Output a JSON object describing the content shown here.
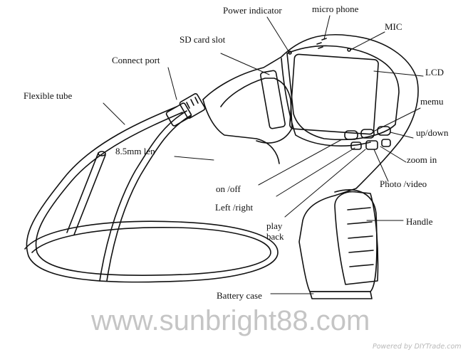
{
  "diagram": {
    "labels": {
      "power_indicator": "Power indicator",
      "micro_phone": "micro phone",
      "mic": "MIC",
      "sd_card_slot": "SD card slot",
      "connect_port": "Connect port",
      "lcd": "LCD",
      "flexible_tube": "Flexible tube",
      "menu": "memu",
      "up_down": "up/down",
      "lens": "8.5mm len",
      "zoom_in": "zoom in",
      "photo_video": "Photo /video",
      "on_off": "on /off",
      "left_right": "Left /right",
      "play_back_1": "play",
      "play_back_2": "back",
      "handle": "Handle",
      "battery_case": "Battery case"
    },
    "watermark": "www.sunbright88.com",
    "credit": "Powered by DIYTrade.com"
  }
}
